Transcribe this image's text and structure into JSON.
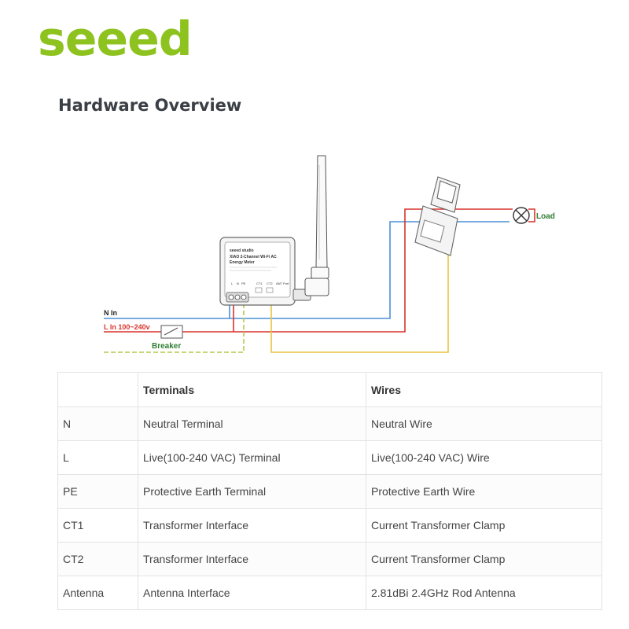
{
  "brand": {
    "logo_text": "seeed",
    "color": "#8dc21f"
  },
  "page": {
    "title": "Hardware Overview"
  },
  "diagram": {
    "device_brand": "seeed studio",
    "device_name_line1": "XIAO 2-Channel Wi-Fi AC",
    "device_name_line2": "Energy Meter",
    "terminal_labels": [
      "L",
      "N",
      "PE",
      "CT1",
      "CT2",
      "ANT Port"
    ],
    "labels": {
      "n_in": "N In",
      "l_in": "L In 100~240v",
      "breaker": "Breaker",
      "load": "Load"
    },
    "wire_colors": {
      "neutral": "#4a90d9",
      "live": "#d9342b",
      "earth": "#c8c83a",
      "ct": "#e8c440",
      "label_green": "#2e7d32"
    }
  },
  "table": {
    "headers": [
      "",
      "Terminals",
      "Wires"
    ],
    "rows": [
      [
        "N",
        "Neutral Terminal",
        "Neutral Wire"
      ],
      [
        "L",
        "Live(100-240 VAC) Terminal",
        "Live(100-240 VAC) Wire"
      ],
      [
        "PE",
        "Protective Earth Terminal",
        "Protective Earth Wire"
      ],
      [
        "CT1",
        "Transformer Interface",
        "Current Transformer Clamp"
      ],
      [
        "CT2",
        "Transformer Interface",
        "Current Transformer Clamp"
      ],
      [
        "Antenna",
        "Antenna Interface",
        "2.81dBi 2.4GHz Rod Antenna"
      ]
    ]
  }
}
